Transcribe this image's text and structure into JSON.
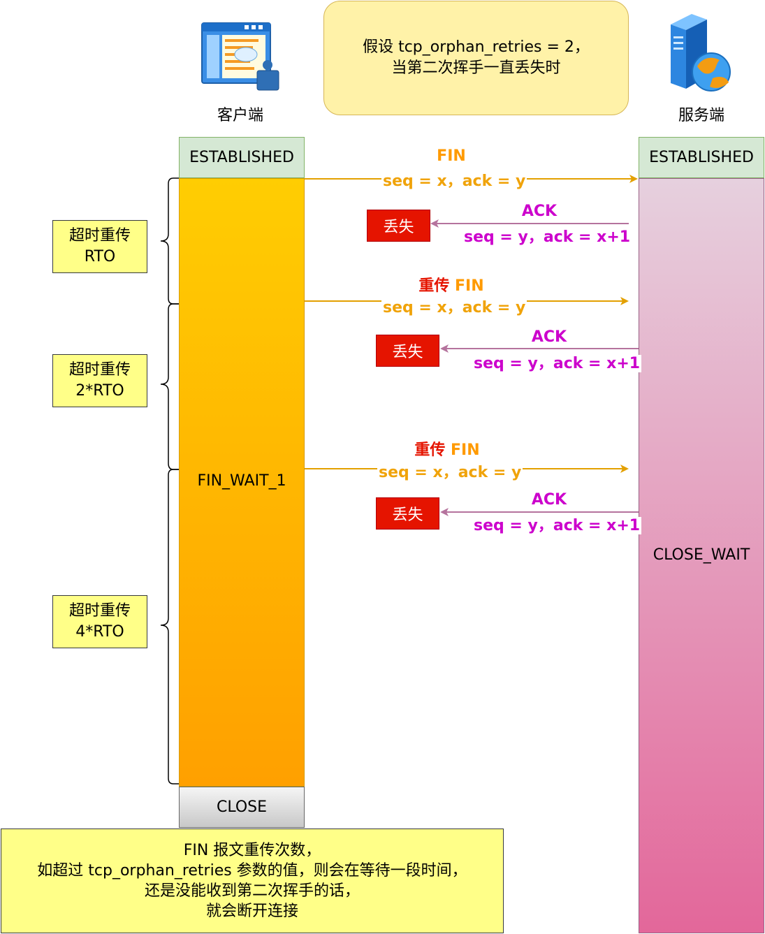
{
  "note_top": {
    "line1": "假设  tcp_orphan_retries = 2，",
    "line2": "当第二次挥手一直丢失时"
  },
  "client": {
    "label": "客户端"
  },
  "server": {
    "label": "服务端"
  },
  "client_states": {
    "established": "ESTABLISHED",
    "fin_wait_1": "FIN_WAIT_1",
    "close": "CLOSE"
  },
  "server_states": {
    "established": "ESTABLISHED",
    "close_wait": "CLOSE_WAIT"
  },
  "timeouts": [
    {
      "line1": "超时重传",
      "line2": "RTO"
    },
    {
      "line1": "超时重传",
      "line2": "2*RTO"
    },
    {
      "line1": "超时重传",
      "line2": "4*RTO"
    }
  ],
  "messages": {
    "fin1": {
      "title": "FIN",
      "seq": "seq = x，ack = y"
    },
    "ack1": {
      "title": "ACK",
      "seq": "seq = y，ack = x+1",
      "lost": "丢失"
    },
    "fin2": {
      "prefix": "重传",
      "title": "FIN",
      "seq": "seq = x，ack = y"
    },
    "ack2": {
      "title": "ACK",
      "seq": "seq = y，ack = x+1",
      "lost": "丢失"
    },
    "fin3": {
      "prefix": "重传",
      "title": "FIN",
      "seq": "seq = x，ack = y"
    },
    "ack3": {
      "title": "ACK",
      "seq": "seq = y，ack = x+1",
      "lost": "丢失"
    }
  },
  "note_bottom": {
    "line1": "FIN 报文重传次数，",
    "line2": "如超过 tcp_orphan_retries 参数的值，则会在等待一段时间，",
    "line3": "还是没能收到第二次挥手的话，",
    "line4": "就会断开连接"
  },
  "colors": {
    "client_bar_top": "#ffcd02",
    "client_bar_bottom": "#ffa000",
    "server_bar_top": "#e6d0de",
    "server_bar_bottom": "#e3679a",
    "fin_arrow": "#e3a000",
    "ack_arrow": "#b5739d"
  }
}
